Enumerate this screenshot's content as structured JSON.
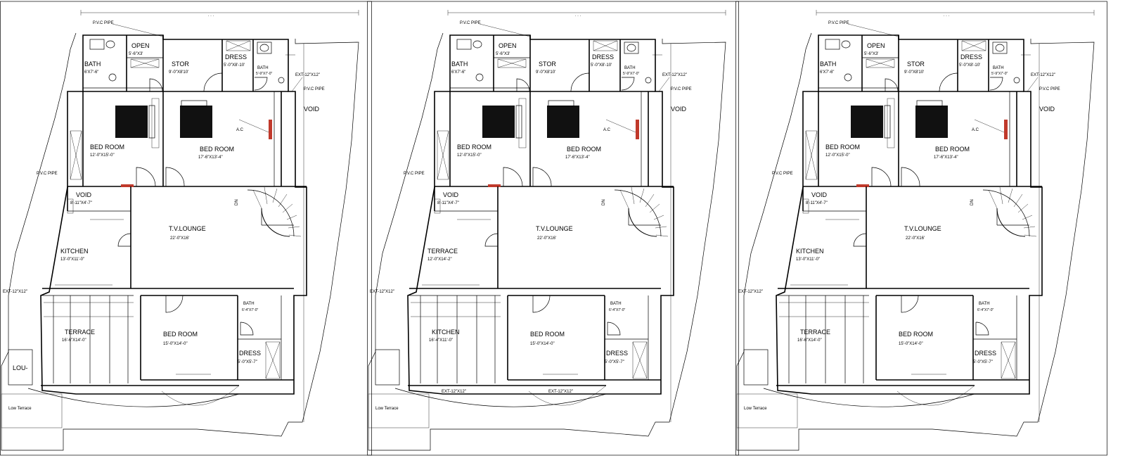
{
  "plans": [
    {
      "top_pipe": "P.V.C PIPE",
      "pvc_mid": "P.V.C PIPE",
      "pvc_left": "P.V.C PIPE",
      "ac": "A.C",
      "dn": "DN",
      "void_side": "VOID",
      "rooms": {
        "bath1_name": "BATH",
        "bath1_dim": "6'X7'-6\"",
        "open_name": "OPEN",
        "open_dim": "5'-6\"X3'",
        "stor_name": "STOR",
        "stor_dim": "9'-0\"X8'10'",
        "dress1_name": "DRESS",
        "dress1_dim": "5'-0\"X8'-10'",
        "bath2_name": "BATH",
        "bath2_dim": "5'-9\"X7'-0\"",
        "ext1": "EXT-12\"X12\"",
        "bed1_name": "BED ROOM",
        "bed1_dim": "12'-0\"X15'-0\"",
        "bed2_name": "BED ROOM",
        "bed2_dim": "17'-6\"X13'-4\"",
        "void_name": "VOID",
        "void_dim": "8'-11\"X4'-7\"",
        "lounge_name": "T.V.LOUNGE",
        "lounge_dim": "22'-0\"X16'",
        "left_room_name": "KITCHEN",
        "left_room_dim": "13'-0\"X11'-0\"",
        "ext_left": "EXT-12\"X12\"",
        "lower_left_name": "TERRACE",
        "lower_left_dim": "16'-6\"X14'-0\"",
        "bed3_name": "BED ROOM",
        "bed3_dim": "15'-0\"X14'-0\"",
        "bath3_name": "BATH",
        "bath3_dim": "6'-4\"X7'-0\"",
        "dress2_name": "DRESS",
        "dress2_dim": "5'-0\"X5'-7\"",
        "lou": "LOU-",
        "low_terrace": "Low Terrace",
        "ext_b1": "",
        "ext_b2": ""
      }
    },
    {
      "top_pipe": "P.V.C PIPE",
      "pvc_mid": "P.V.C PIPE",
      "pvc_left": "P.V.C PIPE",
      "ac": "A.C",
      "dn": "DN",
      "void_side": "VOID",
      "rooms": {
        "bath1_name": "BATH",
        "bath1_dim": "6'X7'-6\"",
        "open_name": "OPEN",
        "open_dim": "5'-6\"X3'",
        "stor_name": "STOR",
        "stor_dim": "9'-0\"X8'10'",
        "dress1_name": "DRESS",
        "dress1_dim": "5'-0\"X8'-10'",
        "bath2_name": "BATH",
        "bath2_dim": "5'-9\"X7'-0\"",
        "ext1": "EXT-12\"X12\"",
        "bed1_name": "BED ROOM",
        "bed1_dim": "12'-0\"X15'-0\"",
        "bed2_name": "BED ROOM",
        "bed2_dim": "17'-6\"X13'-4\"",
        "void_name": "VOID",
        "void_dim": "8'-11\"X4'-7\"",
        "lounge_name": "T.V.LOUNGE",
        "lounge_dim": "22'-0\"X16'",
        "left_room_name": "TERRACE",
        "left_room_dim": "12'-0\"X14'-2\"",
        "ext_left": "EXT-12\"X12\"",
        "lower_left_name": "KITCHEN",
        "lower_left_dim": "16'-4\"X11'-0\"",
        "bed3_name": "BED ROOM",
        "bed3_dim": "15'-0\"X14'-0\"",
        "bath3_name": "BATH",
        "bath3_dim": "6'-4\"X7'-0\"",
        "dress2_name": "DRESS",
        "dress2_dim": "5'-0\"X5'-7\"",
        "lou": "",
        "low_terrace": "Low Terrace",
        "ext_b1": "EXT-12\"X12\"",
        "ext_b2": "EXT-12\"X12\""
      }
    },
    {
      "top_pipe": "P.V.C PIPE",
      "pvc_mid": "P.V.C PIPE",
      "pvc_left": "P.V.C PIPE",
      "ac": "A.C",
      "dn": "DN",
      "void_side": "VOID",
      "rooms": {
        "bath1_name": "BATH",
        "bath1_dim": "6'X7'-6\"",
        "open_name": "OPEN",
        "open_dim": "5'-6\"X3'",
        "stor_name": "STOR",
        "stor_dim": "9'-0\"X8'10'",
        "dress1_name": "DRESS",
        "dress1_dim": "5'-0\"X8'-10'",
        "bath2_name": "BATH",
        "bath2_dim": "5'-9\"X7'-0\"",
        "ext1": "EXT-12\"X12\"",
        "bed1_name": "BED ROOM",
        "bed1_dim": "12'-0\"X15'-0\"",
        "bed2_name": "BED ROOM",
        "bed2_dim": "17'-6\"X13'-4\"",
        "void_name": "VOID",
        "void_dim": "8'-11\"X4'-7\"",
        "lounge_name": "T.V.LOUNGE",
        "lounge_dim": "22'-0\"X16'",
        "left_room_name": "KITCHEN",
        "left_room_dim": "13'-0\"X11'-0\"",
        "ext_left": "EXT-12\"X12\"",
        "lower_left_name": "TERRACE",
        "lower_left_dim": "16'-6\"X14'-0\"",
        "bed3_name": "BED ROOM",
        "bed3_dim": "15'-0\"X14'-0\"",
        "bath3_name": "BATH",
        "bath3_dim": "6'-4\"X7'-0\"",
        "dress2_name": "DRESS",
        "dress2_dim": "5'-0\"X5'-7\"",
        "lou": "",
        "low_terrace": "Low Terrace",
        "ext_b1": "",
        "ext_b2": ""
      }
    }
  ]
}
